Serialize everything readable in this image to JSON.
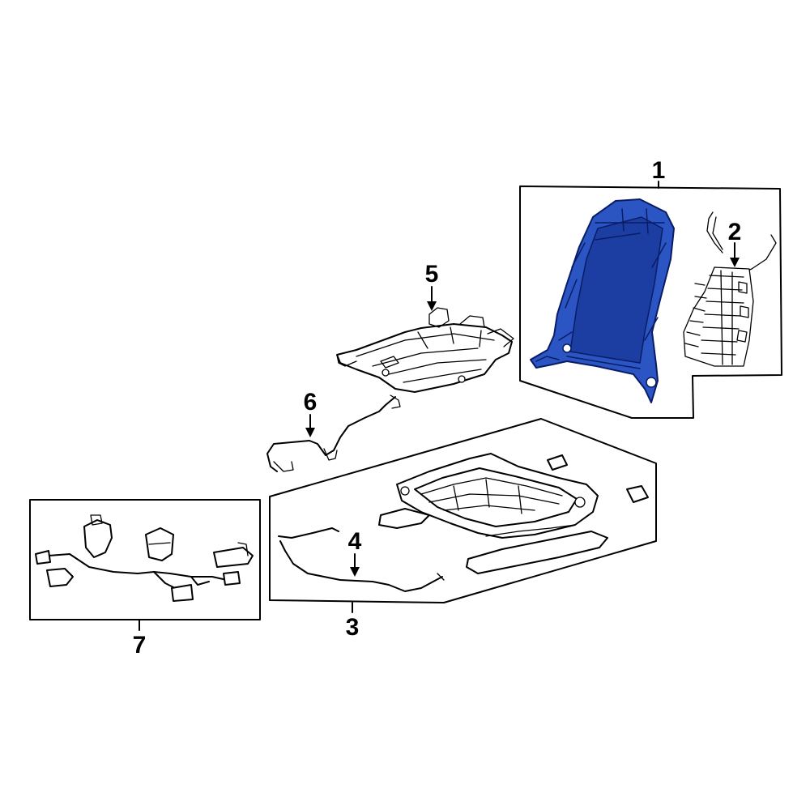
{
  "callouts": [
    {
      "id": "1",
      "label": "1"
    },
    {
      "id": "2",
      "label": "2"
    },
    {
      "id": "3",
      "label": "3"
    },
    {
      "id": "4",
      "label": "4"
    },
    {
      "id": "5",
      "label": "5"
    },
    {
      "id": "6",
      "label": "6"
    },
    {
      "id": "7",
      "label": "7"
    }
  ],
  "colors": {
    "highlight": "#2a55c2",
    "line": "#000000",
    "background": "#ffffff"
  }
}
